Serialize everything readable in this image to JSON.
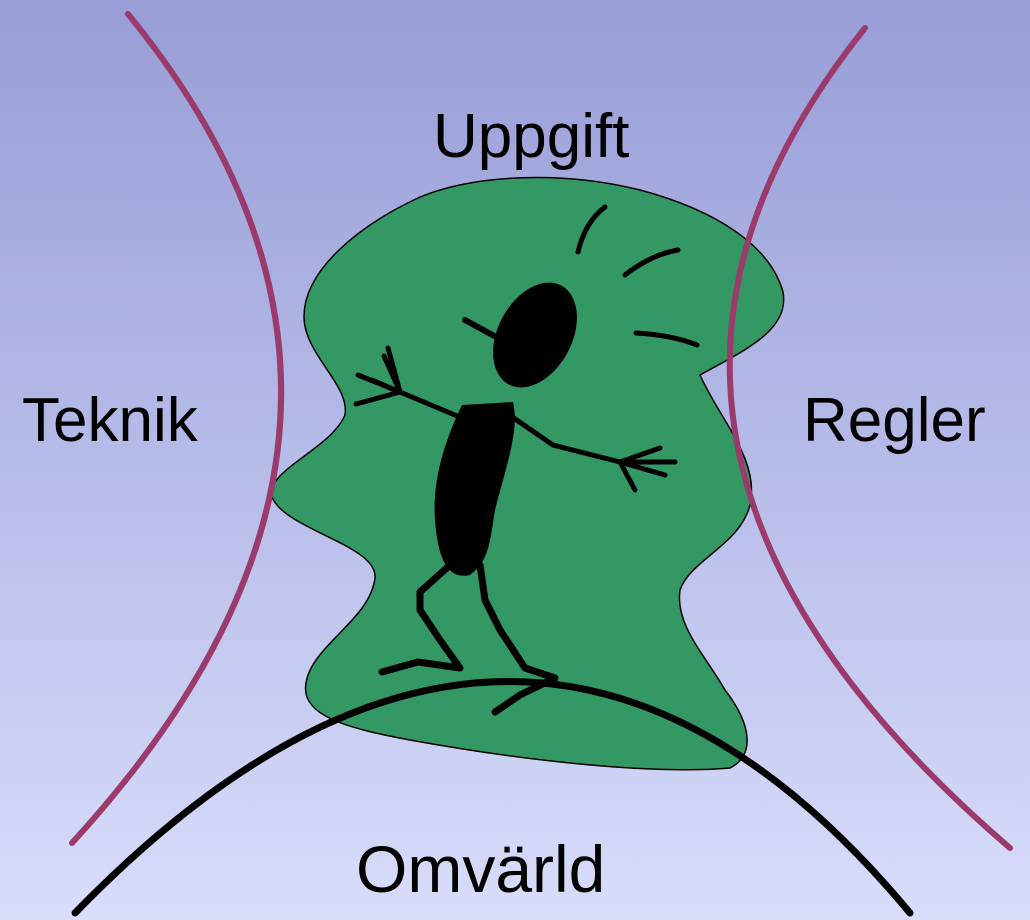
{
  "labels": {
    "top": "Uppgift",
    "left": "Teknik",
    "right": "Regler",
    "bottom": "Omvärld"
  },
  "colors": {
    "blob_fill": "#349865",
    "constraint_curves": "#9a3b6b",
    "ground_curve": "#000000",
    "figure": "#000000",
    "background_top": "#989dd6",
    "background_bottom": "#d8ddfa"
  },
  "icons": {
    "figure": "stick-figure-icon"
  }
}
